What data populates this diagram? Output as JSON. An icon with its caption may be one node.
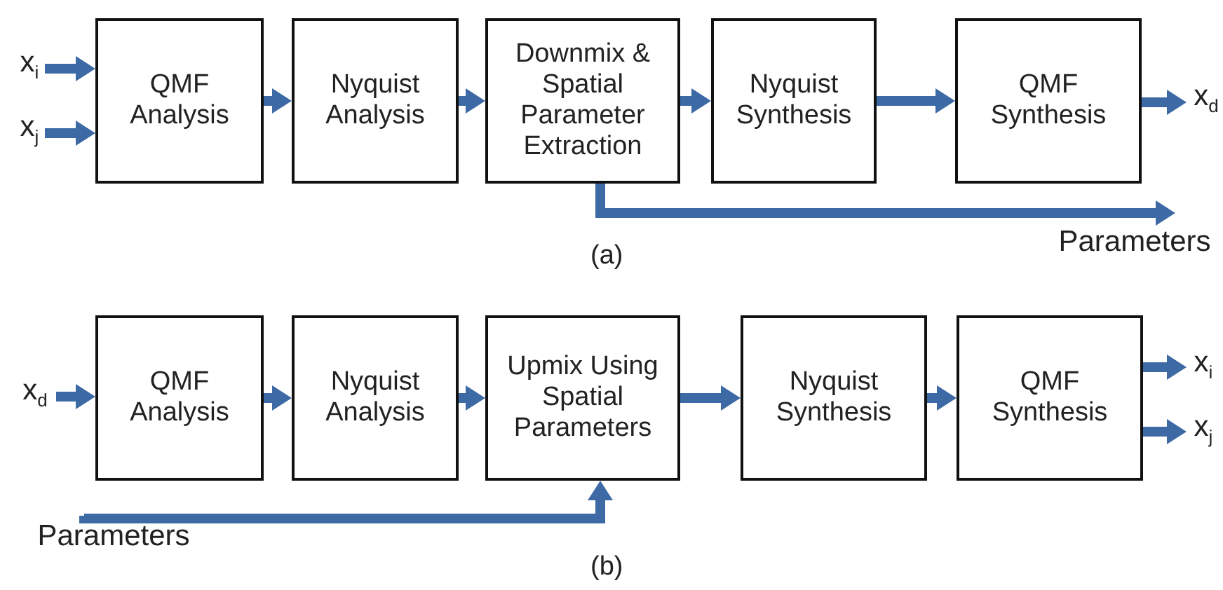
{
  "diagram": {
    "nodes": [
      {
        "text": [
          "x$_{i}$"
        ]
      },
      {
        "text": [
          "x$_{j}$"
        ]
      },
      {
        "text": [
          "QMF Analysis"
        ]
      },
      {
        "text": [
          "Nyquist Analysis"
        ]
      },
      {
        "text": [
          "Downmix & Spatial Parameter Extraction"
        ]
      },
      {
        "text": [
          "Nyquist Synthesis"
        ]
      },
      {
        "text": [
          "QMF Synthesis"
        ]
      },
      {
        "text": [
          "x$_{d}$"
        ]
      },
      {
        "text": [
          "Parameters"
        ]
      },
      {
        "text": [
          "x$_{d}$"
        ]
      },
      {
        "text": [
          "QMF Analysis"
        ]
      },
      {
        "text": [
          "Nyquist Analysis"
        ]
      },
      {
        "text": [
          "Upmix Using Spatial Parameters"
        ]
      },
      {
        "text": [
          "Nyquist Synthesis"
        ]
      },
      {
        "text": [
          "QMF Synthesis"
        ]
      },
      {
        "text": [
          "x$_{i}$"
        ]
      },
      {
        "text": [
          "x$_{j}$"
        ]
      },
      {
        "text": [
          "Parameters"
        ]
      }
    ],
    "edges": [
      {
        "from": 0,
        "to": 2,
        "arrow": "to"
      },
      {
        "from": 1,
        "to": 2,
        "arrow": "to"
      },
      {
        "from": 2,
        "to": 3,
        "arrow": "to"
      },
      {
        "from": 3,
        "to": 4,
        "arrow": "to"
      },
      {
        "from": 4,
        "to": 5,
        "arrow": "to"
      },
      {
        "from": 5,
        "to": 6,
        "arrow": "to"
      },
      {
        "from": 6,
        "to": 7,
        "arrow": "to"
      },
      {
        "from": 4,
        "to": 8,
        "arrow": "to"
      },
      {
        "from": 9,
        "to": 10,
        "arrow": "to"
      },
      {
        "from": 10,
        "to": 11,
        "arrow": "to"
      },
      {
        "from": 11,
        "to": 12,
        "arrow": "to"
      },
      {
        "from": 12,
        "to": 13,
        "arrow": "to"
      },
      {
        "from": 13,
        "to": 14,
        "arrow": "to"
      },
      {
        "from": 14,
        "to": 15,
        "arrow": "to"
      },
      {
        "from": 14,
        "to": 16,
        "arrow": "to"
      },
      {
        "from": 17,
        "to": 12,
        "arrow": "to"
      }
    ],
    "labels": [
      "(a)",
      "(b)"
    ]
  }
}
